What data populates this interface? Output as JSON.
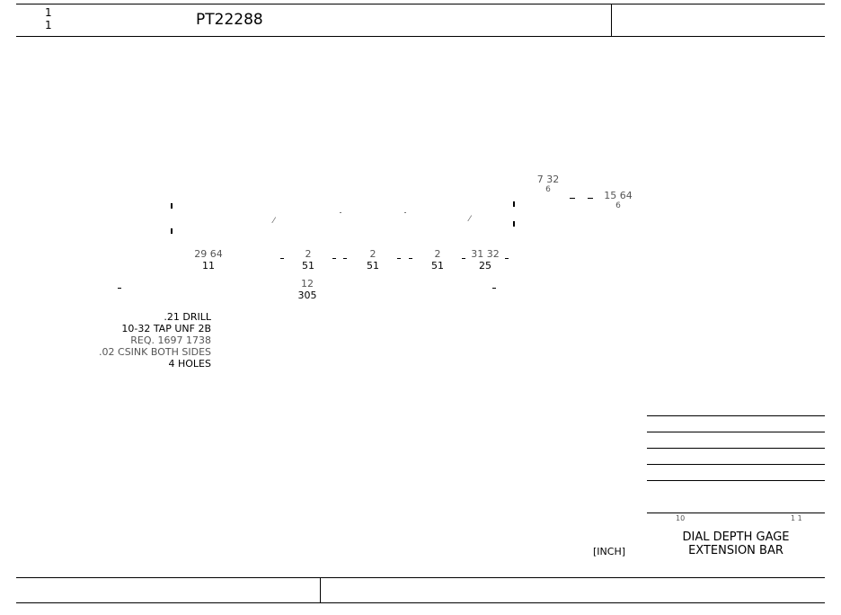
{
  "header": {
    "sheet_top": "1",
    "sheet_bottom": "1",
    "part_number": "PT22288"
  },
  "drawing": {
    "dim_7_32": {
      "num": "7 32",
      "den": "6"
    },
    "dim_15_64": {
      "num": "15 64",
      "den": "6"
    },
    "dim_29_64": {
      "num": "29 64",
      "den": "11"
    },
    "dim_a": {
      "num": "2",
      "den": "51"
    },
    "dim_b": {
      "num": "2",
      "den": "51"
    },
    "dim_c": {
      "num": "2",
      "den": "51"
    },
    "dim_31_32": {
      "num": "31 32",
      "den": "25"
    },
    "dim_12": {
      "num": "12",
      "den": "305"
    },
    "hole_note": [
      ".21 DRILL",
      "10-32 TAP UNF 2B",
      "REQ. 1697 1738",
      ".02 CSINK BOTH SIDES",
      "4 HOLES"
    ]
  },
  "title_block": {
    "small_left": "10",
    "small_right": "1 1",
    "title_line1": "DIAL DEPTH GAGE",
    "title_line2": "EXTENSION BAR",
    "units_tag": "[INCH]"
  }
}
